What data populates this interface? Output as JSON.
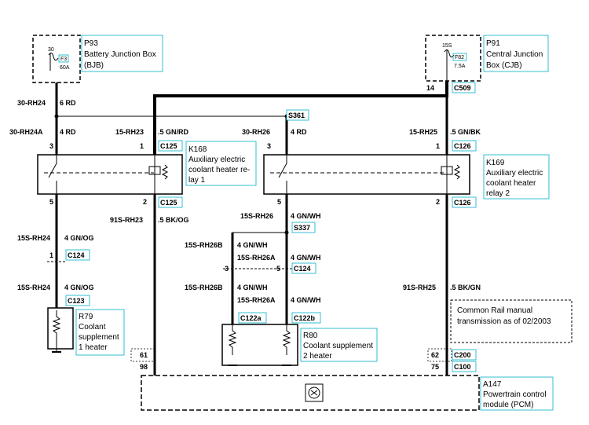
{
  "components": {
    "p93": {
      "id": "P93",
      "name_line1": "Battery Junction Box",
      "name_line2": "(BJB)",
      "pin": "30",
      "fuse": "F3",
      "rating": "60A"
    },
    "p91": {
      "id": "P91",
      "name_line1": "Central Junction",
      "name_line2": "Box (CJB)",
      "pin": "15S",
      "fuse": "F82",
      "rating": "7.5A"
    },
    "k168": {
      "id": "K168",
      "line1": "Auxiliary electric",
      "line2": "coolant heater re-",
      "line3": "lay 1"
    },
    "k169": {
      "id": "K169",
      "line1": "Auxiliary electric",
      "line2": "coolant heater",
      "line3": "relay 2"
    },
    "r79": {
      "id": "R79",
      "line1": "Coolant",
      "line2": "supplement",
      "line3": "1 heater"
    },
    "r80": {
      "id": "R80",
      "line1": "Coolant supplement",
      "line2": "2 heater"
    },
    "a147": {
      "id": "A147",
      "line1": "Powertrain control",
      "line2": "module (PCM)"
    }
  },
  "note": {
    "line1": "Common Rail manual",
    "line2": "transmission as of 02/2003"
  },
  "connectors": {
    "c509": "C509",
    "s361": "S361",
    "c125a": "C125",
    "c126a": "C126",
    "c125b": "C125",
    "c126b": "C126",
    "s337": "S337",
    "c124a": "C124",
    "c124b": "C124",
    "c123": "C123",
    "c122a": "C122a",
    "c122b": "C122b",
    "c200": "C200",
    "c100": "C100"
  },
  "wires": {
    "w1_circuit": "30-RH24",
    "w1_spec": "6 RD",
    "w2_circuit": "30-RH24A",
    "w2_spec": "4 RD",
    "w3_circuit": "15-RH23",
    "w3_spec": ".5 GN/RD",
    "w4_circuit": "30-RH26",
    "w4_spec": "4 RD",
    "w5_circuit": "15-RH25",
    "w5_spec": ".5 GN/BK",
    "w6_circuit": "15S-RH24",
    "w6_spec": "4 GN/OG",
    "w7_circuit": "91S-RH23",
    "w7_spec": ".5 BK/OG",
    "w8_circuit": "15S-RH26",
    "w8_spec": "4 GN/WH",
    "w9_circuit": "15S-RH26B",
    "w9_spec": "4 GN/WH",
    "w10_circuit": "15S-RH26A",
    "w10_spec": "4 GN/WH",
    "w11_circuit": "15S-RH24",
    "w11_spec": "4 GN/OG",
    "w12_circuit": "15S-RH26B",
    "w12_spec": "4 GN/WH",
    "w13_circuit": "15S-RH26A",
    "w13_spec": "4 GN/WH",
    "w14_circuit": "91S-RH25",
    "w14_spec": ".5 BK/GN"
  },
  "pins": {
    "p14": "14",
    "k168_3": "3",
    "k168_1": "1",
    "k168_5": "5",
    "k168_2": "2",
    "k169_3": "3",
    "k169_1": "1",
    "k169_5": "5",
    "k169_2": "2",
    "c124_1": "1",
    "c124_3": "3",
    "c124_5": "5",
    "a_61": "61",
    "a_98": "98",
    "a_62": "62",
    "a_75": "75"
  }
}
